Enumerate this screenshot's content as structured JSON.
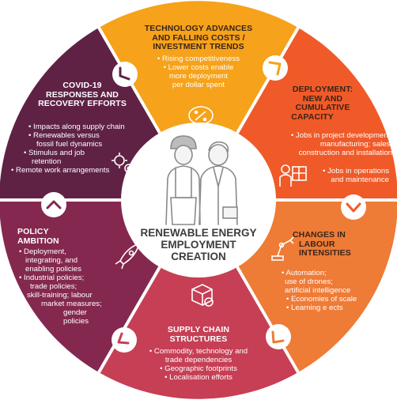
{
  "center": {
    "title": [
      "RENEWABLE ENERGY",
      "EMPLOYMENT",
      "CREATION"
    ]
  },
  "segments": [
    {
      "id": "technology",
      "color": "#f6a21a",
      "title": [
        "TECHNOLOGY ADVANCES",
        "AND FALLING COSTS /",
        "INVESTMENT TRENDS"
      ],
      "bullets": [
        "• Rising competitiveness",
        "• Lower costs enable",
        "more deployment",
        "per dollar spent"
      ],
      "icon": "piggy-bank-percent-icon"
    },
    {
      "id": "deployment",
      "color": "#f05a28",
      "title": [
        "DEPLOYMENT:",
        "NEW AND",
        "CUMULATIVE",
        "CAPACITY"
      ],
      "bullets": [
        "• Jobs in project development;",
        "manufacturing; sales;",
        "construction and installation",
        "• Jobs in operations",
        "and maintenance"
      ],
      "icon": "worker-panel-icon"
    },
    {
      "id": "labour",
      "color": "#ee7b36",
      "title": [
        "CHANGES IN",
        "LABOUR",
        "INTENSITIES"
      ],
      "bullets": [
        "• Automation;",
        "use of drones;",
        "artificial intelligence",
        "• Economies of scale",
        "• Learning e ects"
      ],
      "icon": "robot-arm-icon"
    },
    {
      "id": "supply",
      "color": "#c63f55",
      "title": [
        "SUPPLY CHAIN",
        "STRUCTURES"
      ],
      "bullets": [
        "• Commodity, technology and",
        "trade dependencies",
        "• Geographic footprints",
        "• Localisation efforts"
      ],
      "icon": "package-icon"
    },
    {
      "id": "policy",
      "color": "#84284f",
      "title": [
        "POLICY",
        "AMBITION"
      ],
      "bullets": [
        "• Deployment,",
        "integrating, and",
        "enabling policies",
        "• Industrial policies;",
        "trade policies;",
        "skill-training; labour",
        "market measures;",
        "gender",
        "policies"
      ],
      "icon": "rocket-icon"
    },
    {
      "id": "covid",
      "color": "#5f2245",
      "title": [
        "COVID-19",
        "RESPONSES AND",
        "RECOVERY EFFORTS"
      ],
      "bullets": [
        "• Impacts along supply chain",
        "• Renewables versus",
        "fossil fuel dynamics",
        "• Stimulus and job",
        "retention",
        "• Remote work arrangements"
      ],
      "icon": "virus-gear-icon"
    }
  ]
}
